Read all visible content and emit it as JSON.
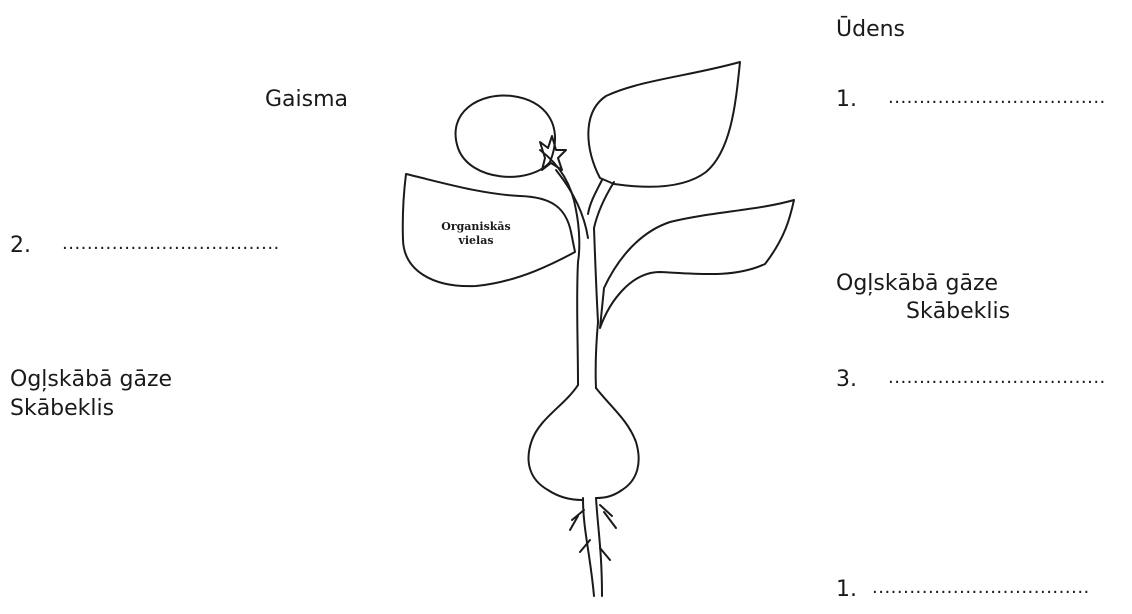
{
  "labels": {
    "udens": "Ūdens",
    "gaisma": "Gaisma",
    "oglskaba_gaze_right": "Ogļskābā gāze",
    "skabeklis_right": "Skābeklis",
    "oglskaba_gaze_left": "Ogļskābā gāze",
    "skabeklis_left": "Skābeklis",
    "leaf_line1": "Organiskās",
    "leaf_line2": "vielas"
  },
  "blanks": [
    {
      "number": "1.",
      "dots": "..................................."
    },
    {
      "number": "2.",
      "dots": "..................................."
    },
    {
      "number": "3.",
      "dots": "..................................."
    },
    {
      "number": "1.",
      "dots": "..................................."
    }
  ],
  "colors": {
    "ink": "#1a1a1a",
    "background": "#ffffff"
  }
}
